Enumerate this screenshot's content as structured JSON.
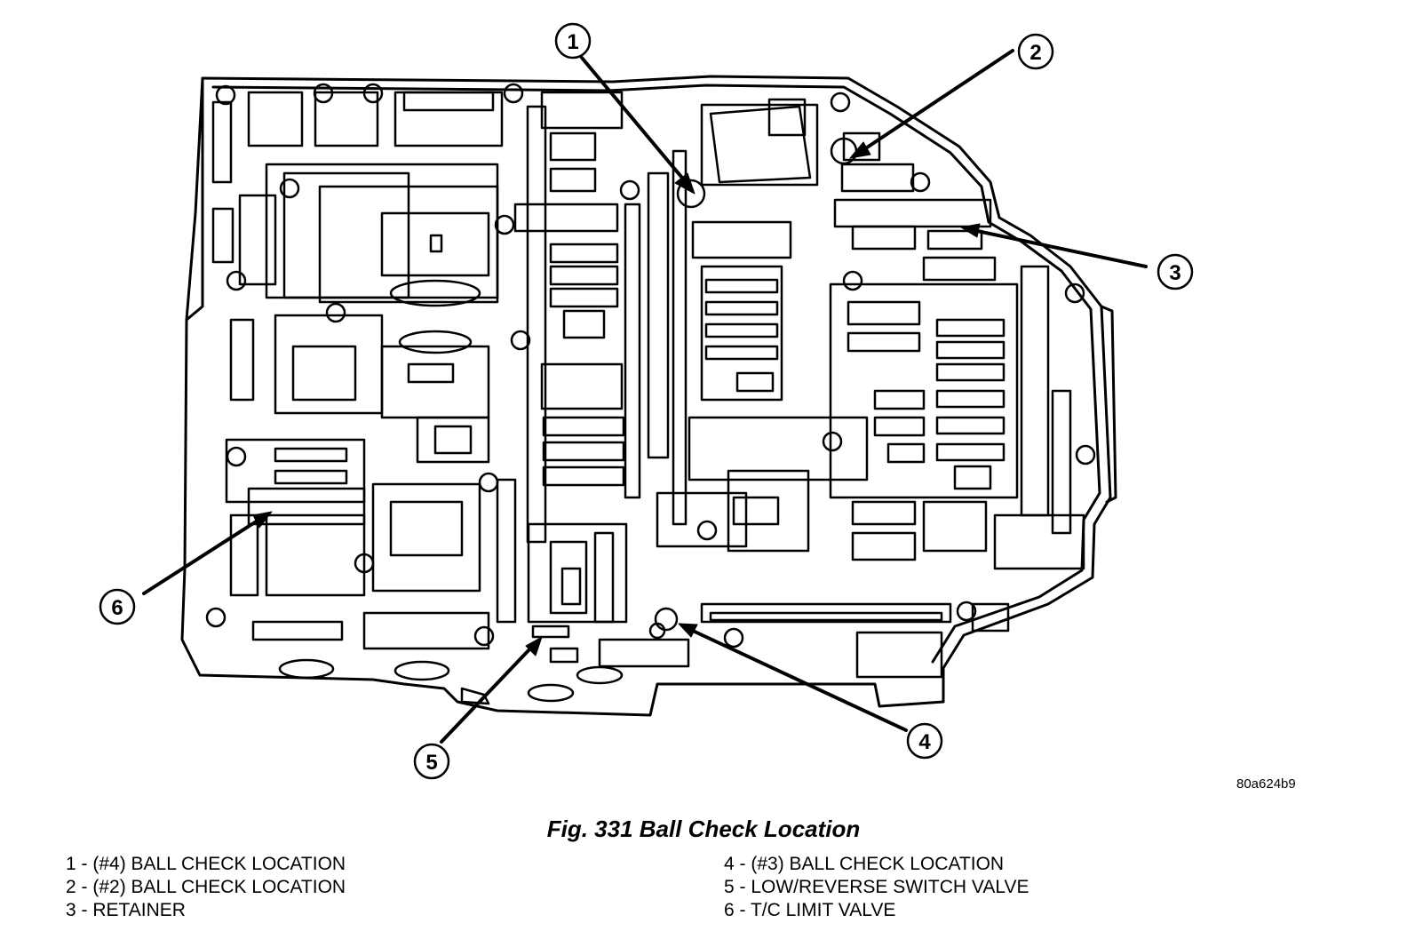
{
  "figure": {
    "caption": "Fig. 331 Ball Check Location",
    "reference_code": "80a624b9"
  },
  "callouts": [
    {
      "number": "1"
    },
    {
      "number": "2"
    },
    {
      "number": "3"
    },
    {
      "number": "4"
    },
    {
      "number": "5"
    },
    {
      "number": "6"
    }
  ],
  "legend": {
    "left": [
      {
        "text": "1 - (#4) BALL CHECK LOCATION"
      },
      {
        "text": "2 - (#2) BALL CHECK LOCATION"
      },
      {
        "text": "3 - RETAINER"
      }
    ],
    "right": [
      {
        "text": "4 - (#3) BALL CHECK LOCATION"
      },
      {
        "text": "5 - LOW/REVERSE SWITCH VALVE"
      },
      {
        "text": "6 - T/C LIMIT VALVE"
      }
    ]
  }
}
